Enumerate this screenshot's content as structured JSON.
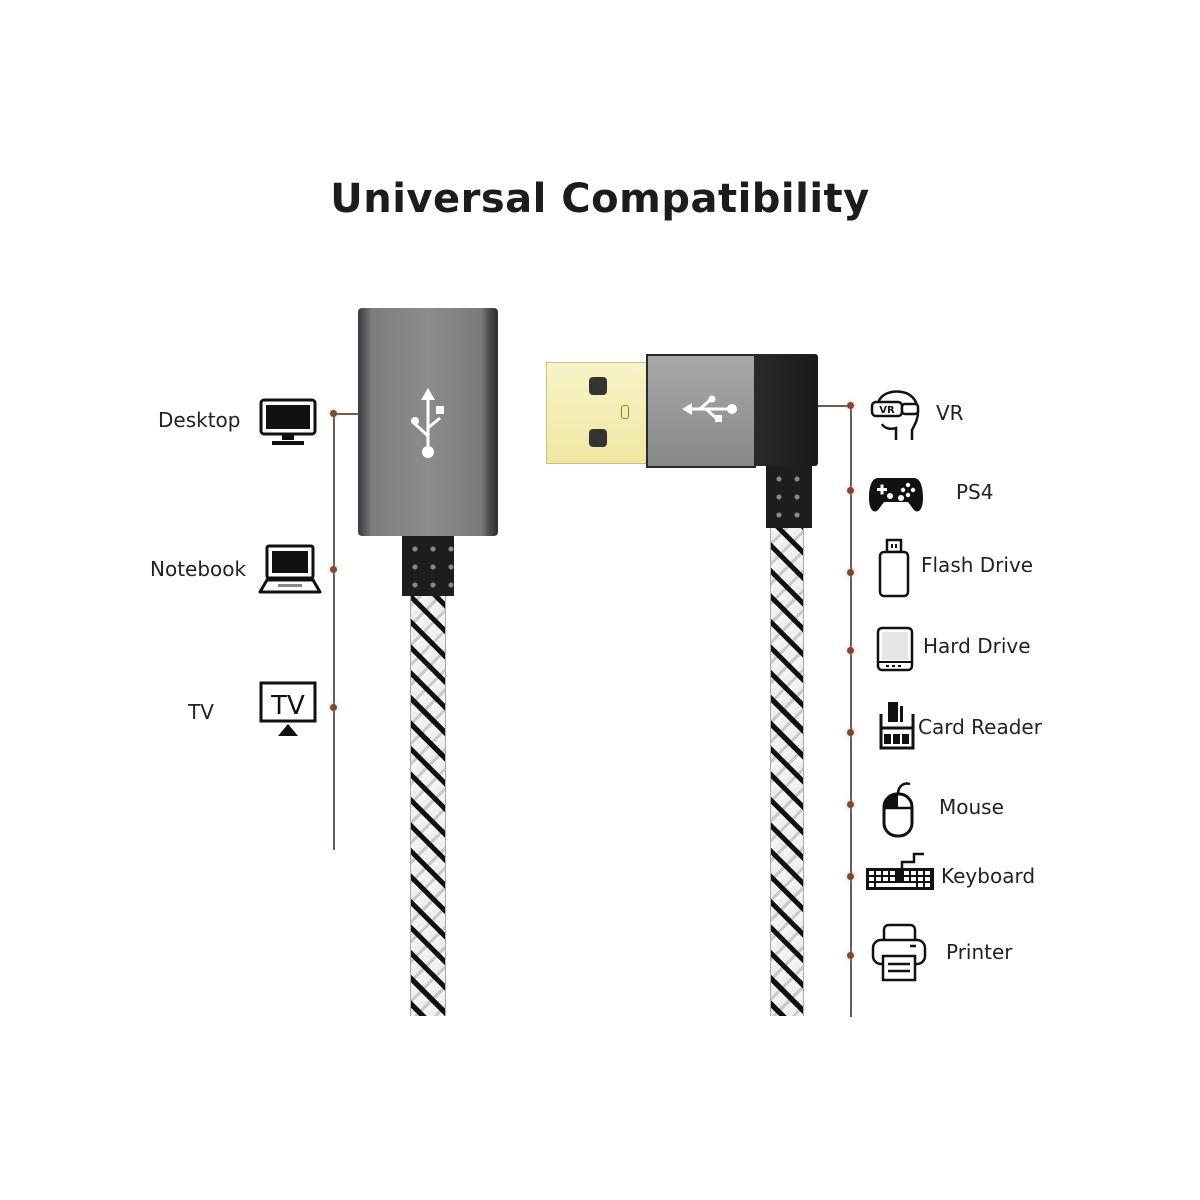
{
  "title": "Universal Compatibility",
  "left_devices": [
    {
      "label": "Desktop",
      "icon": "desktop-monitor-icon"
    },
    {
      "label": "Notebook",
      "icon": "laptop-icon"
    },
    {
      "label": "TV",
      "icon": "tv-icon",
      "icon_text": "TV"
    }
  ],
  "right_devices": [
    {
      "label": "VR",
      "icon": "vr-headset-icon",
      "icon_text": "VR"
    },
    {
      "label": "PS4",
      "icon": "gamepad-icon"
    },
    {
      "label": "Flash Drive",
      "icon": "usb-flash-drive-icon"
    },
    {
      "label": "Hard Drive",
      "icon": "hard-drive-icon"
    },
    {
      "label": "Card Reader",
      "icon": "card-reader-icon"
    },
    {
      "label": "Mouse",
      "icon": "mouse-icon"
    },
    {
      "label": "Keyboard",
      "icon": "keyboard-icon"
    },
    {
      "label": "Printer",
      "icon": "printer-icon"
    }
  ],
  "cables": {
    "female_connector": {
      "type": "USB-A female",
      "color": "#6e6e70"
    },
    "male_connector": {
      "type": "USB-A male, right angle",
      "plug_color": "#f3eeb0",
      "housing_color": "#8f8f91",
      "elbow_color": "#1e1e1e"
    }
  },
  "colors": {
    "connector_line": "#6b5b55",
    "connector_dot": "#7a4a3a"
  }
}
